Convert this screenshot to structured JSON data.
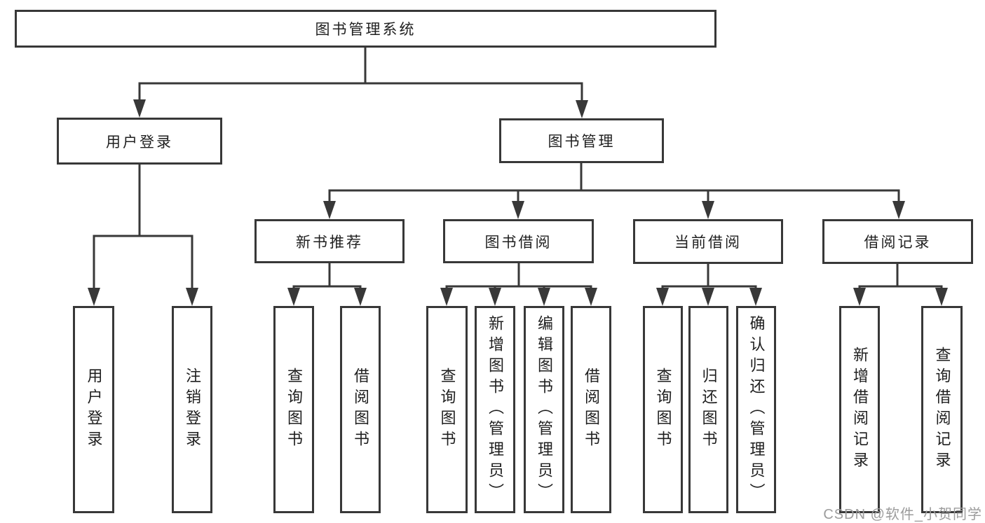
{
  "diagram": {
    "title": "图书管理系统",
    "watermark": "CSDN @软件_小贺同学",
    "colors": {
      "line": "#383838",
      "box_border": "#383838",
      "box_background": "#ffffff",
      "text": "#1f1f1f",
      "watermark": "#9c9c9c",
      "background": "#ffffff"
    },
    "nodes": {
      "root": {
        "label": "图书管理系统"
      },
      "user_login": {
        "label": "用户登录"
      },
      "book_mgmt": {
        "label": "图书管理"
      },
      "new_book_rec": {
        "label": "新书推荐"
      },
      "book_borrow": {
        "label": "图书借阅"
      },
      "current_borrow": {
        "label": "当前借阅"
      },
      "borrow_records": {
        "label": "借阅记录"
      },
      "login_leaf": {
        "label": "用户登录"
      },
      "logout_leaf": {
        "label": "注销登录"
      },
      "rec_query_books": {
        "label": "查询图书"
      },
      "rec_borrow_books": {
        "label": "借阅图书"
      },
      "bb_query_books": {
        "label": "查询图书"
      },
      "bb_add_books": {
        "label": "新增图书（管理员）"
      },
      "bb_edit_books": {
        "label": "编辑图书（管理员）"
      },
      "bb_borrow_books": {
        "label": "借阅图书"
      },
      "cb_query_books": {
        "label": "查询图书"
      },
      "cb_return_books": {
        "label": "归还图书"
      },
      "cb_confirm_return": {
        "label": "确认归还（管理员）"
      },
      "br_add_record": {
        "label": "新增借阅记录"
      },
      "br_query_record": {
        "label": "查询借阅记录"
      }
    },
    "edges": [
      {
        "from": "root",
        "to": "user_login"
      },
      {
        "from": "root",
        "to": "book_mgmt"
      },
      {
        "from": "user_login",
        "to": "login_leaf"
      },
      {
        "from": "user_login",
        "to": "logout_leaf"
      },
      {
        "from": "book_mgmt",
        "to": "new_book_rec"
      },
      {
        "from": "book_mgmt",
        "to": "book_borrow"
      },
      {
        "from": "book_mgmt",
        "to": "current_borrow"
      },
      {
        "from": "book_mgmt",
        "to": "borrow_records"
      },
      {
        "from": "new_book_rec",
        "to": "rec_query_books"
      },
      {
        "from": "new_book_rec",
        "to": "rec_borrow_books"
      },
      {
        "from": "book_borrow",
        "to": "bb_query_books"
      },
      {
        "from": "book_borrow",
        "to": "bb_add_books"
      },
      {
        "from": "book_borrow",
        "to": "bb_edit_books"
      },
      {
        "from": "book_borrow",
        "to": "bb_borrow_books"
      },
      {
        "from": "current_borrow",
        "to": "cb_query_books"
      },
      {
        "from": "current_borrow",
        "to": "cb_return_books"
      },
      {
        "from": "current_borrow",
        "to": "cb_confirm_return"
      },
      {
        "from": "borrow_records",
        "to": "br_add_record"
      },
      {
        "from": "borrow_records",
        "to": "br_query_record"
      }
    ]
  }
}
